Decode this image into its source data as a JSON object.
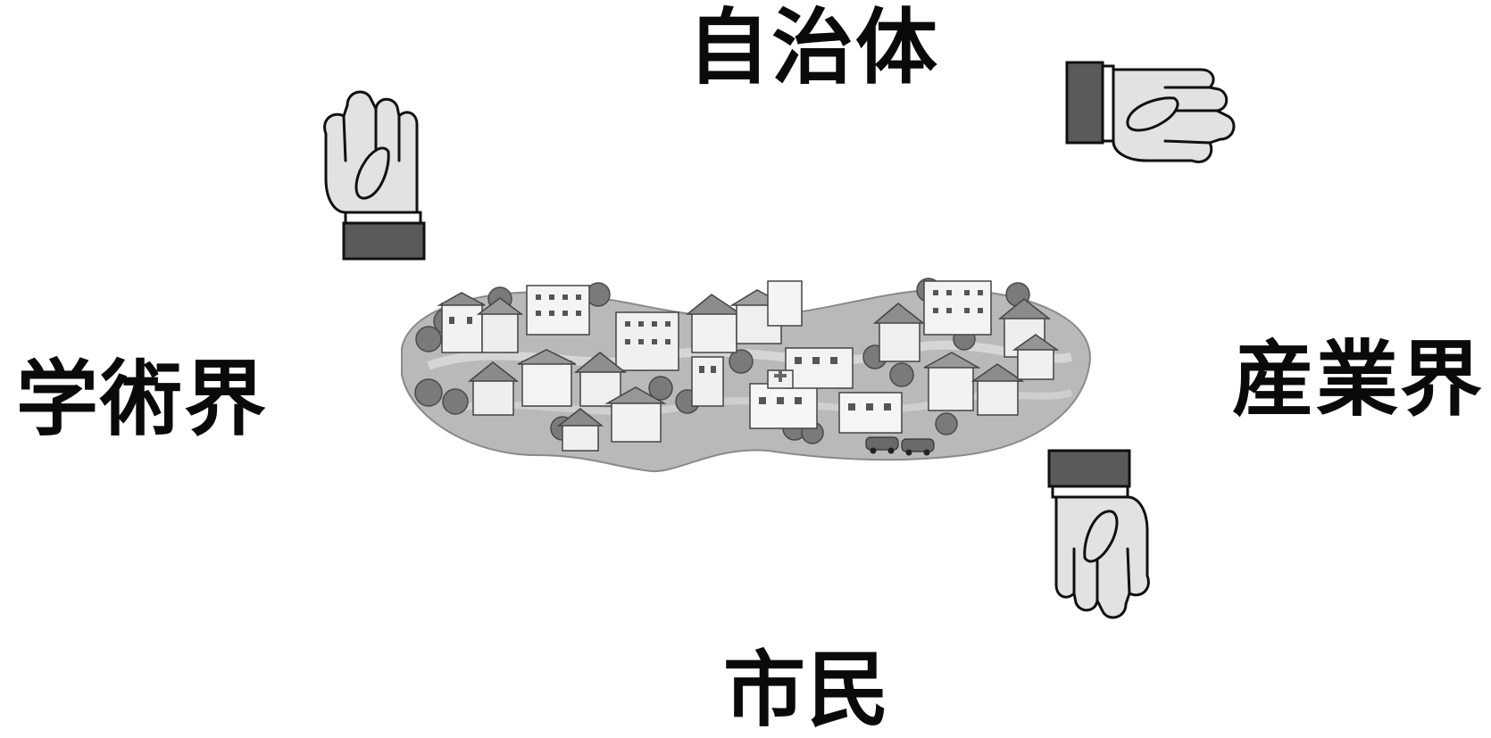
{
  "labels": {
    "top": "自治体",
    "left": "学術界",
    "right": "産業界",
    "bottom": "市民"
  },
  "icons": {
    "hands": [
      "handshake-hand-icon"
    ],
    "center": "town-illustration"
  },
  "colors": {
    "text": "#0a0a0a",
    "hand_fill": "#e2e2e2",
    "cuff_dark": "#5a5a5a",
    "cuff_light": "#c8c8c8",
    "outline": "#111111"
  }
}
